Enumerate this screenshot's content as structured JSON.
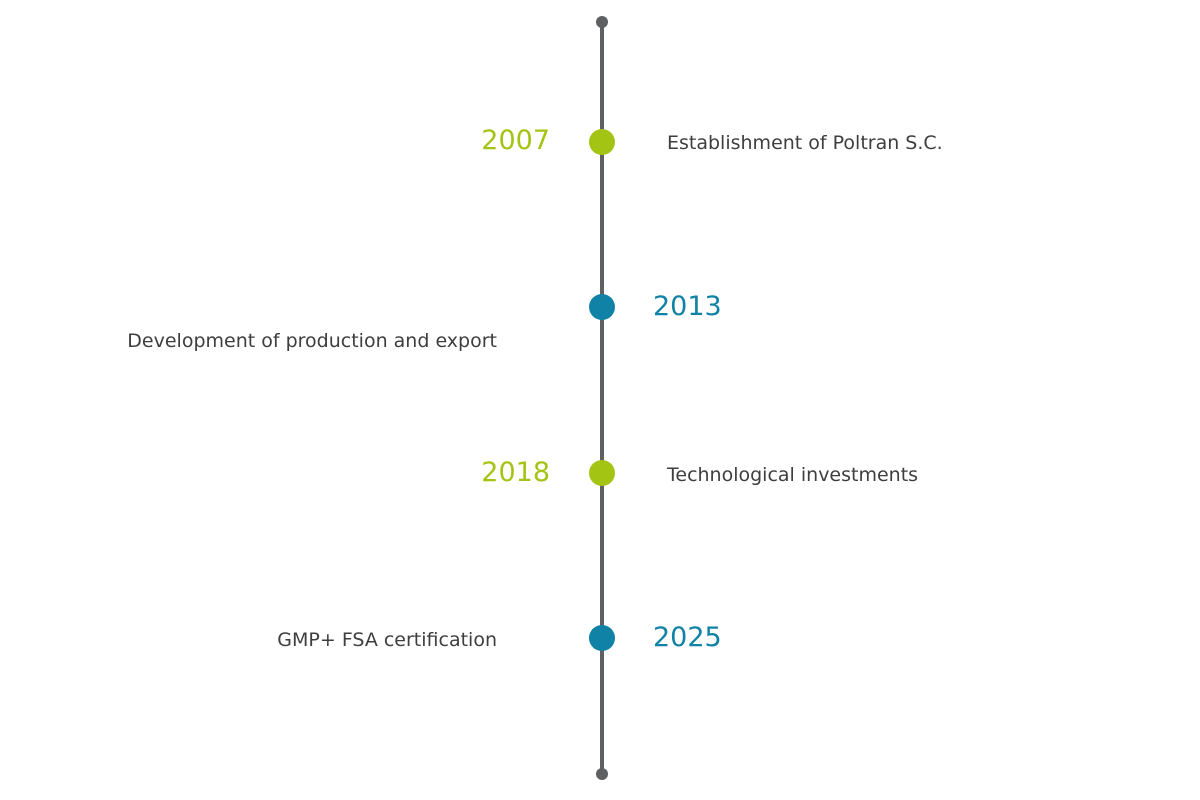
{
  "colors": {
    "green": "#a4c414",
    "blue": "#0f82a6",
    "line": "#5f6061",
    "text": "#3e3e3e"
  },
  "timeline": {
    "events": [
      {
        "year": "2007",
        "description": "Establishment of Poltran  S.C.",
        "color": "green"
      },
      {
        "year": "2013",
        "description": "Development of production and export",
        "color": "blue"
      },
      {
        "year": "2018",
        "description": "Technological  investments",
        "color": "green"
      },
      {
        "year": "2025",
        "description": "GMP+ FSA certification",
        "color": "blue"
      }
    ]
  }
}
